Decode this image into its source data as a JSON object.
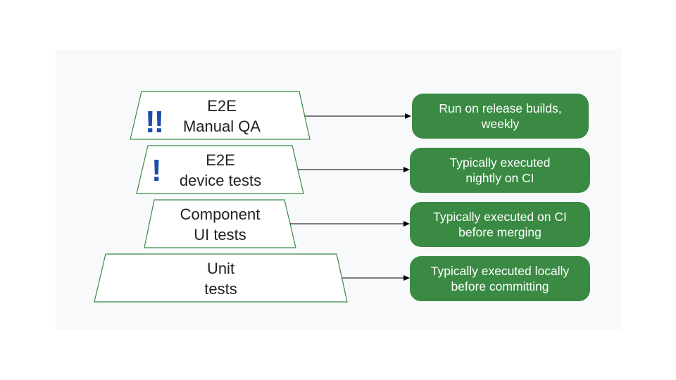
{
  "colors": {
    "panel_background": "#f8f9fa",
    "level_stroke": "#3a8a44",
    "box_fill": "#3a8a44",
    "box_text": "#ffffff",
    "arrow": "#000000",
    "exclamation": "#1a4fa8"
  },
  "levels": [
    {
      "line1": "E2E",
      "line2": "Manual QA",
      "marker": "!!",
      "box_line1": "Run on release builds,",
      "box_line2": "weekly"
    },
    {
      "line1": "E2E",
      "line2": "device tests",
      "marker": "!",
      "box_line1": "Typically executed",
      "box_line2": "nightly on CI"
    },
    {
      "line1": "Component",
      "line2": "UI tests",
      "marker": "",
      "box_line1": "Typically executed on CI",
      "box_line2": "before merging"
    },
    {
      "line1": "Unit",
      "line2": "tests",
      "marker": "",
      "box_line1": "Typically executed locally",
      "box_line2": "before committing"
    }
  ]
}
